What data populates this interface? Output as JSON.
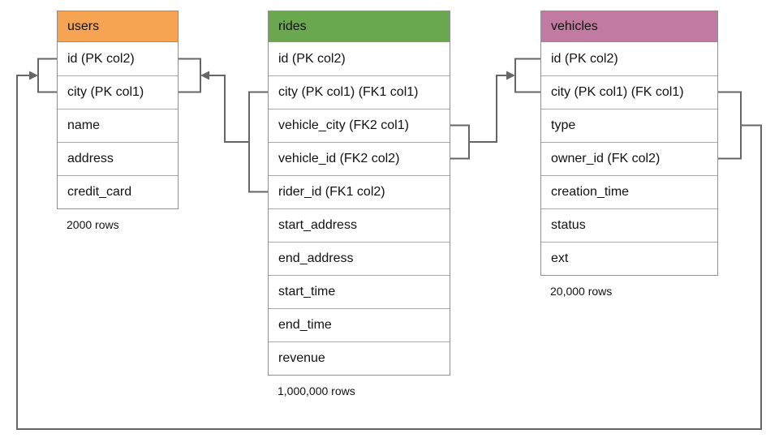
{
  "diagram": {
    "connector_color": "#666666",
    "tables": [
      {
        "name": "users",
        "header_color": "#f6a452",
        "columns": [
          "id (PK col2)",
          "city (PK col1)",
          "name",
          "address",
          "credit_card"
        ],
        "rows_label": "2000 rows"
      },
      {
        "name": "rides",
        "header_color": "#6aa84f",
        "columns": [
          "id (PK col2)",
          "city (PK col1) (FK1 col1)",
          "vehicle_city (FK2 col1)",
          "vehicle_id (FK2 col2)",
          "rider_id (FK1 col2)",
          "start_address",
          "end_address",
          "start_time",
          "end_time",
          "revenue"
        ],
        "rows_label": "1,000,000 rows"
      },
      {
        "name": "vehicles",
        "header_color": "#c27ba0",
        "columns": [
          "id (PK col2)",
          "city (PK col1) (FK col1)",
          "type",
          "owner_id (FK col2)",
          "creation_time",
          "status",
          "ext"
        ],
        "rows_label": "20,000 rows"
      }
    ],
    "relationships": [
      {
        "name": "FK1",
        "from": "rides (city, rider_id)",
        "to": "users (id, city)"
      },
      {
        "name": "FK2",
        "from": "rides (vehicle_city, vehicle_id)",
        "to": "vehicles (id, city)"
      },
      {
        "name": "FK",
        "from": "vehicles (city, owner_id)",
        "to": "users (id, city)"
      }
    ]
  }
}
